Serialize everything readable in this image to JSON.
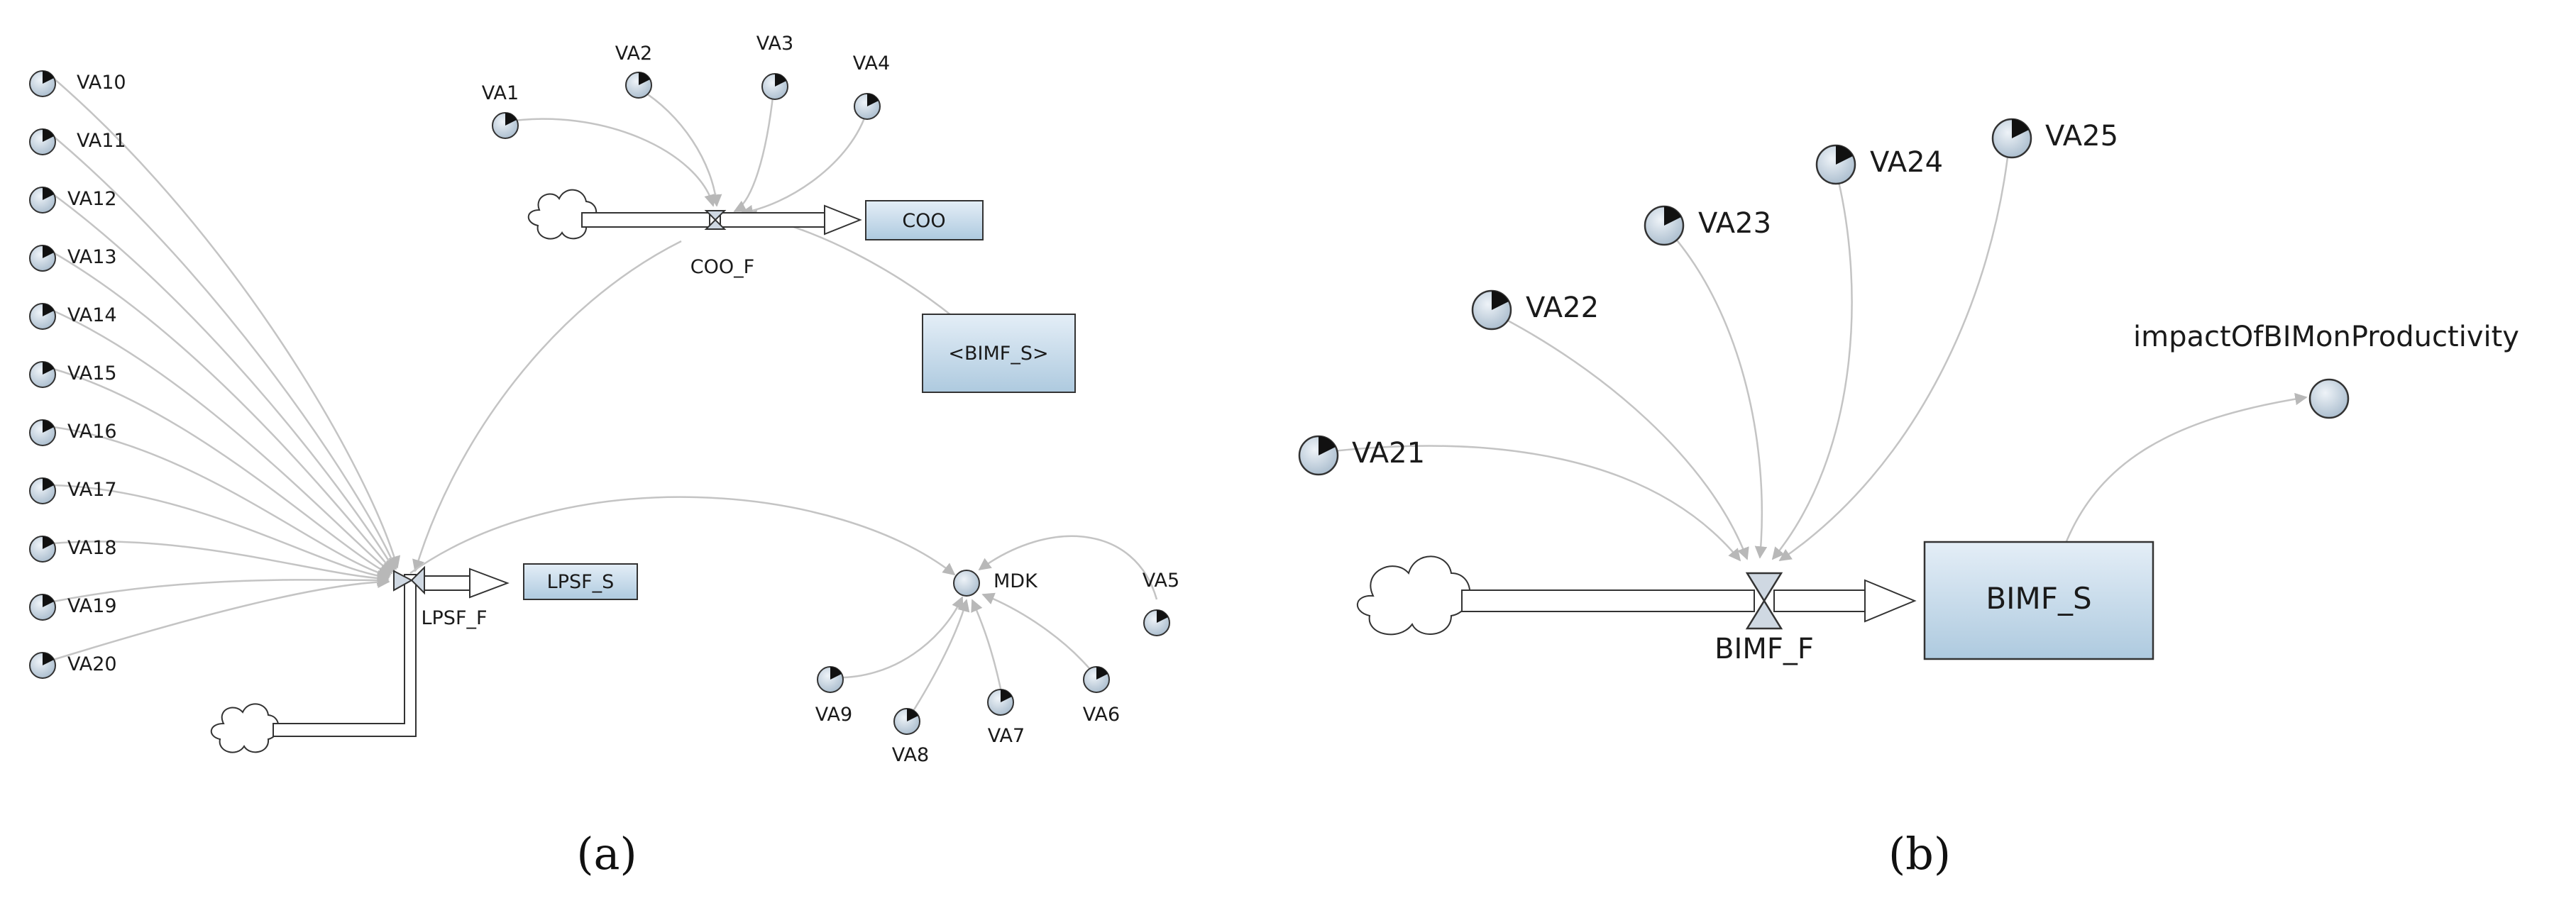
{
  "panel_a": {
    "caption": "(a)",
    "stocks": {
      "coo": "COO",
      "bimf_shadow": "<BIMF_S>",
      "lpsf": "LPSF_S"
    },
    "flows": {
      "coo": "COO_F",
      "lpsf": "LPSF_F"
    },
    "auxiliaries": {
      "mdk": "MDK"
    },
    "variables": {
      "top": [
        "VA1",
        "VA2",
        "VA3",
        "VA4"
      ],
      "left": [
        "VA10",
        "VA11",
        "VA12",
        "VA13",
        "VA14",
        "VA15",
        "VA16",
        "VA17",
        "VA18",
        "VA19",
        "VA20"
      ],
      "mdk": [
        "VA5",
        "VA6",
        "VA7",
        "VA8",
        "VA9"
      ]
    }
  },
  "panel_b": {
    "caption": "(b)",
    "stocks": {
      "bimf": "BIMF_S"
    },
    "flows": {
      "bimf": "BIMF_F"
    },
    "auxiliaries": {
      "impact": "impactOfBIMonProductivity"
    },
    "variables": [
      "VA21",
      "VA22",
      "VA23",
      "VA24",
      "VA25"
    ]
  },
  "colors": {
    "stock_fill": "#c9dbe9",
    "link": "#c4c4c4",
    "outline": "#333333"
  }
}
